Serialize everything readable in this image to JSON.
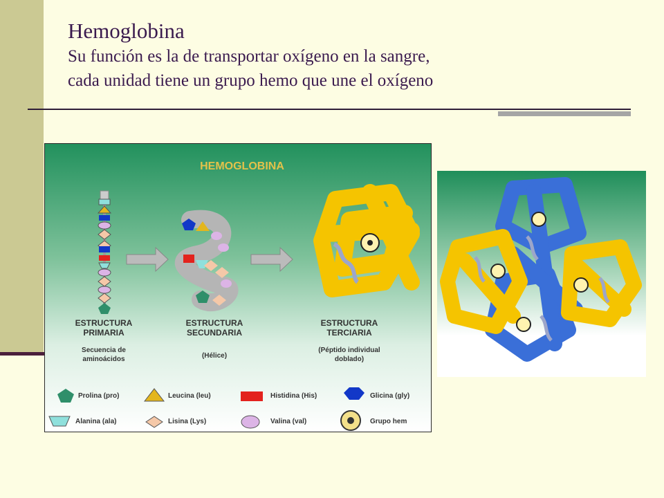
{
  "slide": {
    "title": "Hemoglobina",
    "subtitle_line1": "Su función es la de transportar oxígeno en la sangre,",
    "subtitle_line2": "cada unidad tiene un grupo hemo que une el oxígeno"
  },
  "figure1": {
    "title": "HEMOGLOBINA",
    "structures": [
      {
        "name_line1": "ESTRUCTURA",
        "name_line2": "PRIMARIA",
        "desc_line1": "Secuencia de",
        "desc_line2": "aminoácidos"
      },
      {
        "name_line1": "ESTRUCTURA",
        "name_line2": "SECUNDARIA",
        "desc_line1": "(Hélice)",
        "desc_line2": ""
      },
      {
        "name_line1": "ESTRUCTURA",
        "name_line2": "TERCIARIA",
        "desc_line1": "(Péptido individual",
        "desc_line2": "doblado)"
      }
    ],
    "legend": [
      {
        "label": "Prolina (pro)",
        "color": "#2f8f6a",
        "icon": "pentagon-icon"
      },
      {
        "label": "Leucina (leu)",
        "color": "#e3b61e",
        "icon": "triangle-icon"
      },
      {
        "label": "Histidina (His)",
        "color": "#e3221e",
        "icon": "rectangle-icon"
      },
      {
        "label": "Glicina (gly)",
        "color": "#1238c8",
        "icon": "hexagon-icon"
      },
      {
        "label": "Alanina (ala)",
        "color": "#8fe0dc",
        "icon": "trapezoid-icon"
      },
      {
        "label": "Lisina (Lys)",
        "color": "#f5c8a8",
        "icon": "diamond-icon"
      },
      {
        "label": "Valina (val)",
        "color": "#dcb4e6",
        "icon": "ellipse-icon"
      },
      {
        "label": "Grupo hem",
        "color": "#f3e08a",
        "icon": "heme-group-icon"
      }
    ]
  },
  "colors": {
    "title_text": "#3a1a4e",
    "left_bar": "#cbc993",
    "background": "#fdfde3",
    "gold_chain": "#f5c400",
    "blue_chain": "#3a6fd8"
  }
}
